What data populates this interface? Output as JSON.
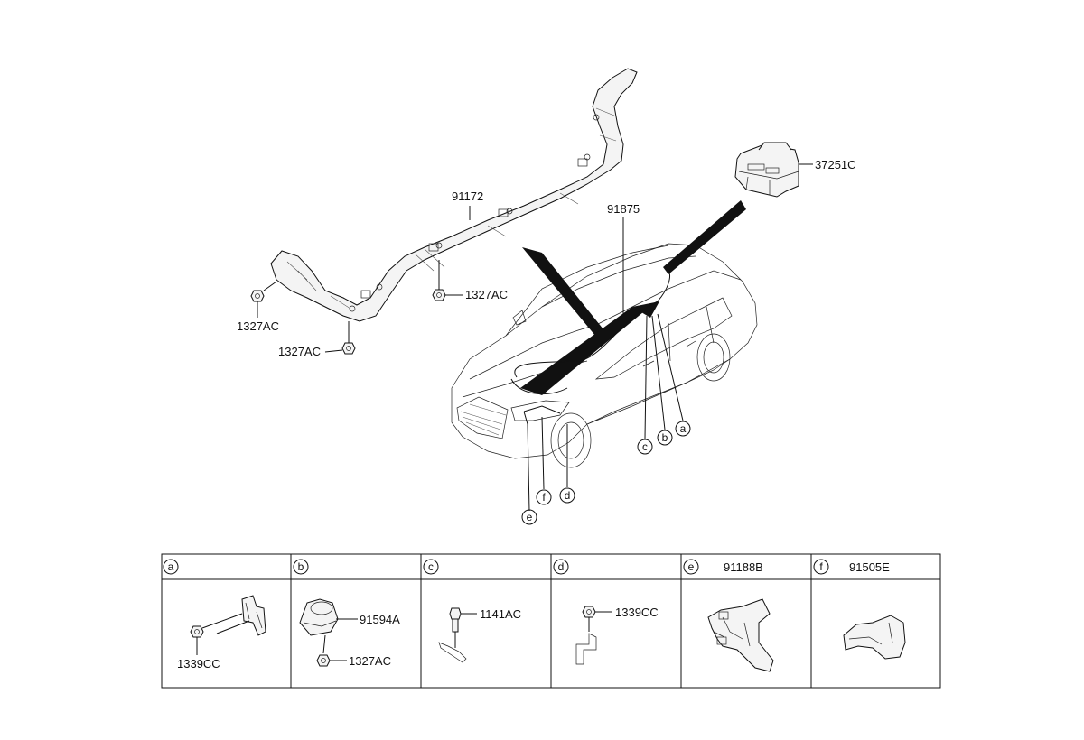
{
  "main_parts": [
    {
      "id": "bracket_main",
      "label": "91172"
    },
    {
      "id": "wiring_main",
      "label": "91875"
    },
    {
      "id": "box_top",
      "label": "37251C"
    },
    {
      "id": "nut_left",
      "label": "1327AC"
    },
    {
      "id": "nut_bottom",
      "label": "1327AC"
    },
    {
      "id": "nut_center",
      "label": "1327AC"
    }
  ],
  "callouts": [
    "a",
    "b",
    "c",
    "d",
    "e",
    "f"
  ],
  "detail_table": {
    "cells": [
      {
        "letter": "a",
        "header_label": "",
        "parts": [
          "1339CC"
        ]
      },
      {
        "letter": "b",
        "header_label": "",
        "parts": [
          "91594A",
          "1327AC"
        ]
      },
      {
        "letter": "c",
        "header_label": "",
        "parts": [
          "1141AC"
        ]
      },
      {
        "letter": "d",
        "header_label": "",
        "parts": [
          "1339CC"
        ]
      },
      {
        "letter": "e",
        "header_label": "91188B",
        "parts": []
      },
      {
        "letter": "f",
        "header_label": "91505E",
        "parts": []
      }
    ]
  }
}
